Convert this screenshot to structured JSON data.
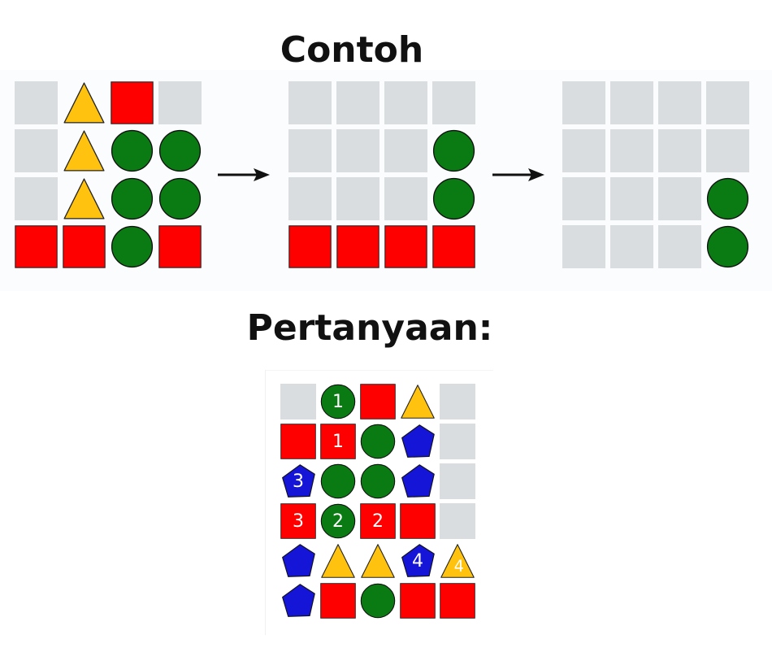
{
  "titles": {
    "example": "Contoh",
    "question": "Pertanyaan:"
  },
  "colors": {
    "empty": "#dadde0",
    "red": "#ff0000",
    "green": "#0a7a12",
    "yellow": "#ffc20e",
    "blue": "#1515d8",
    "label": "#ffffff"
  },
  "example": {
    "grids": [
      [
        [
          "empty",
          "triangle",
          "square",
          "empty"
        ],
        [
          "empty",
          "triangle",
          "circle",
          "circle"
        ],
        [
          "empty",
          "triangle",
          "circle",
          "circle"
        ],
        [
          "square",
          "square",
          "circle",
          "square"
        ]
      ],
      [
        [
          "empty",
          "empty",
          "empty",
          "empty"
        ],
        [
          "empty",
          "empty",
          "empty",
          "circle"
        ],
        [
          "empty",
          "empty",
          "empty",
          "circle"
        ],
        [
          "square",
          "square",
          "square",
          "square"
        ]
      ],
      [
        [
          "empty",
          "empty",
          "empty",
          "empty"
        ],
        [
          "empty",
          "empty",
          "empty",
          "empty"
        ],
        [
          "empty",
          "empty",
          "empty",
          "circle"
        ],
        [
          "empty",
          "empty",
          "empty",
          "circle"
        ]
      ]
    ],
    "arrows": [
      "arrow-right-icon",
      "arrow-right-icon"
    ]
  },
  "question": {
    "grid": [
      [
        {
          "s": "empty"
        },
        {
          "s": "circle",
          "n": "1"
        },
        {
          "s": "square"
        },
        {
          "s": "triangle"
        },
        {
          "s": "empty"
        }
      ],
      [
        {
          "s": "square"
        },
        {
          "s": "square",
          "n": "1"
        },
        {
          "s": "circle"
        },
        {
          "s": "pentagon"
        },
        {
          "s": "empty"
        }
      ],
      [
        {
          "s": "pentagon",
          "n": "3"
        },
        {
          "s": "circle"
        },
        {
          "s": "circle"
        },
        {
          "s": "pentagon"
        },
        {
          "s": "empty"
        }
      ],
      [
        {
          "s": "square",
          "n": "3"
        },
        {
          "s": "circle",
          "n": "2"
        },
        {
          "s": "square",
          "n": "2"
        },
        {
          "s": "square"
        },
        {
          "s": "empty"
        }
      ],
      [
        {
          "s": "pentagon"
        },
        {
          "s": "triangle"
        },
        {
          "s": "triangle"
        },
        {
          "s": "pentagon",
          "n": "4"
        },
        {
          "s": "triangle",
          "n": "4"
        }
      ],
      [
        {
          "s": "pentagon"
        },
        {
          "s": "square"
        },
        {
          "s": "circle"
        },
        {
          "s": "square"
        },
        {
          "s": "square"
        }
      ]
    ]
  }
}
